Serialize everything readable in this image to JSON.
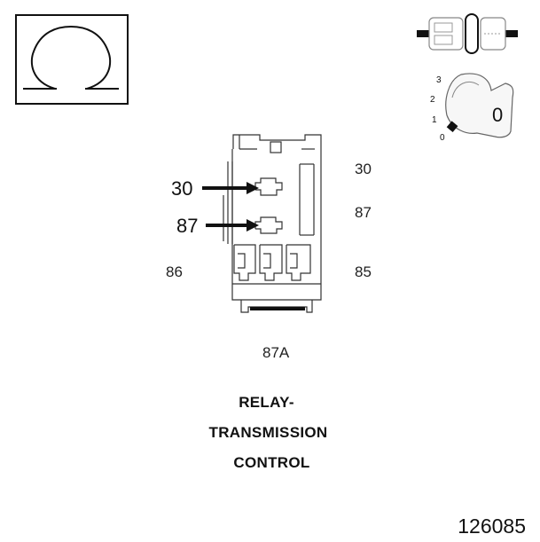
{
  "symbol": {
    "name": "ohm-icon",
    "glyph": "Ω"
  },
  "key": {
    "value": "0",
    "positions": [
      "3",
      "2",
      "1",
      "0"
    ]
  },
  "pins": {
    "pin30_right": "30",
    "pin87_right": "87",
    "pin86": "86",
    "pin85": "85",
    "pin87a": "87A",
    "arrow30": "30",
    "arrow87": "87"
  },
  "title": [
    "RELAY-",
    "TRANSMISSION",
    "CONTROL"
  ],
  "figure_number": "126085"
}
